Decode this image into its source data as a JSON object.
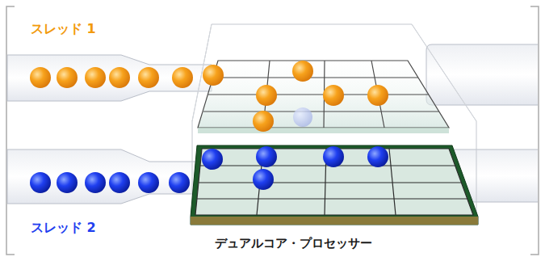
{
  "diagram": {
    "labels": [
      "スレッド 1",
      "スレッド 2",
      "デュアルコア・プロセッサー"
    ]
  }
}
